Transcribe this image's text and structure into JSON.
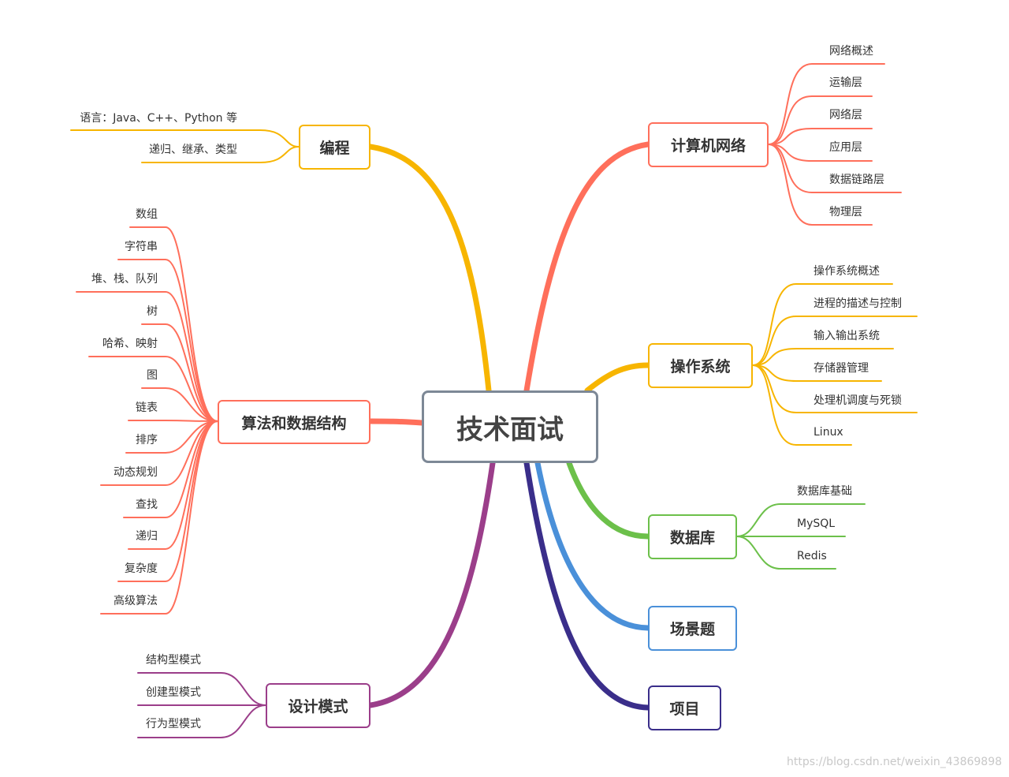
{
  "root": {
    "label": "技术面试"
  },
  "branches": {
    "biancheng": {
      "label": "编程",
      "color": "#f7b500",
      "items": [
        "语言：Java、C++、Python 等",
        "递归、继承、类型"
      ]
    },
    "suanfa": {
      "label": "算法和数据结构",
      "color": "#ff6f5b",
      "items": [
        "数组",
        "字符串",
        "堆、栈、队列",
        "树",
        "哈希、映射",
        "图",
        "链表",
        "排序",
        "动态规划",
        "查找",
        "递归",
        "复杂度",
        "高级算法"
      ]
    },
    "sheji": {
      "label": "设计模式",
      "color": "#9b3e8a",
      "items": [
        "结构型模式",
        "创建型模式",
        "行为型模式"
      ]
    },
    "wangluo": {
      "label": "计算机网络",
      "color": "#ff6f5b",
      "items": [
        "网络概述",
        "运输层",
        "网络层",
        "应用层",
        "数据链路层",
        "物理层"
      ]
    },
    "caozuo": {
      "label": "操作系统",
      "color": "#f7b500",
      "items": [
        "操作系统概述",
        "进程的描述与控制",
        "输入输出系统",
        "存储器管理",
        "处理机调度与死锁",
        "Linux"
      ]
    },
    "shujuku": {
      "label": "数据库",
      "color": "#6cc04a",
      "items": [
        "数据库基础",
        "MySQL",
        "Redis"
      ]
    },
    "changjing": {
      "label": "场景题",
      "color": "#4a90d9",
      "items": []
    },
    "xiangmu": {
      "label": "项目",
      "color": "#3a2e8a",
      "items": []
    }
  },
  "watermark": "https://blog.csdn.net/weixin_43869898"
}
